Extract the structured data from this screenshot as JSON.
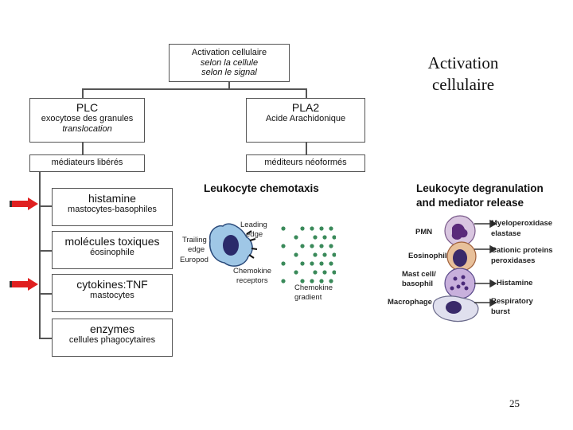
{
  "slide": {
    "title": "Activation cellulaire",
    "page_number": "25"
  },
  "flowchart": {
    "root": {
      "line1": "Activation cellulaire",
      "line2": "selon la cellule",
      "line3": "selon le signal"
    },
    "plc": {
      "title": "PLC",
      "line1": "exocytose des granules",
      "line2": "translocation"
    },
    "pla2": {
      "title": "PLA2",
      "line1": "Acide Arachidonique"
    },
    "mediators_released": "médiateurs libérés",
    "mediators_neoformed": "méditeurs néoformés",
    "items": [
      {
        "title": "histamine",
        "subtitle": "mastocytes-basophiles",
        "arrow": true
      },
      {
        "title": "molécules toxiques",
        "subtitle": "éosinophile",
        "arrow": false
      },
      {
        "title": "cytokines:TNF",
        "subtitle": "mastocytes",
        "arrow": true
      },
      {
        "title": "enzymes",
        "subtitle": "cellules phagocytaires",
        "arrow": false
      }
    ],
    "arrow_color": "#e02020"
  },
  "chemotaxis_figure": {
    "heading": "Leukocyte chemotaxis",
    "labels": {
      "trailing": "Trailing",
      "edge": "edge",
      "europod": "Europod",
      "leading": "Leading",
      "leading_edge": "edge",
      "chemokine_receptors_1": "Chemokine",
      "chemokine_receptors_2": "receptors",
      "chemokine_gradient_1": "Chemokine",
      "chemokine_gradient_2": "gradient"
    },
    "dot_color": "#3a8a5a"
  },
  "degranulation_figure": {
    "heading_1": "Leukocyte degranulation",
    "heading_2": "and mediator release",
    "cells": {
      "pmn": "PMN",
      "eosinophil": "Eosinophil",
      "mast_1": "Mast cell/",
      "mast_2": "basophil",
      "macrophage": "Macrophage"
    },
    "outputs": {
      "myelo_1": "Myeloperoxidase",
      "myelo_2": "elastase",
      "cationic_1": "Cationic proteins",
      "cationic_2": "peroxidases",
      "histamine": "Histamine",
      "resp_1": "Respiratory",
      "resp_2": "burst"
    }
  }
}
